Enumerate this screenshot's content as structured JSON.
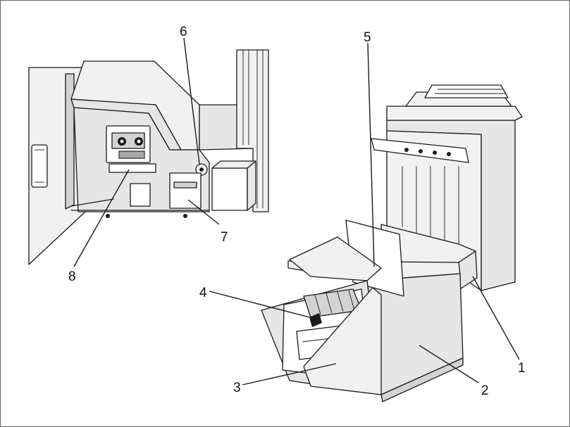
{
  "callouts": {
    "c1": "1",
    "c2": "2",
    "c3": "3",
    "c4": "4",
    "c5": "5",
    "c6": "6",
    "c7": "7",
    "c8": "8"
  },
  "colors": {
    "line": "#1a1a1a",
    "body_fill": "#e6e6e6",
    "frame": "#666666"
  }
}
